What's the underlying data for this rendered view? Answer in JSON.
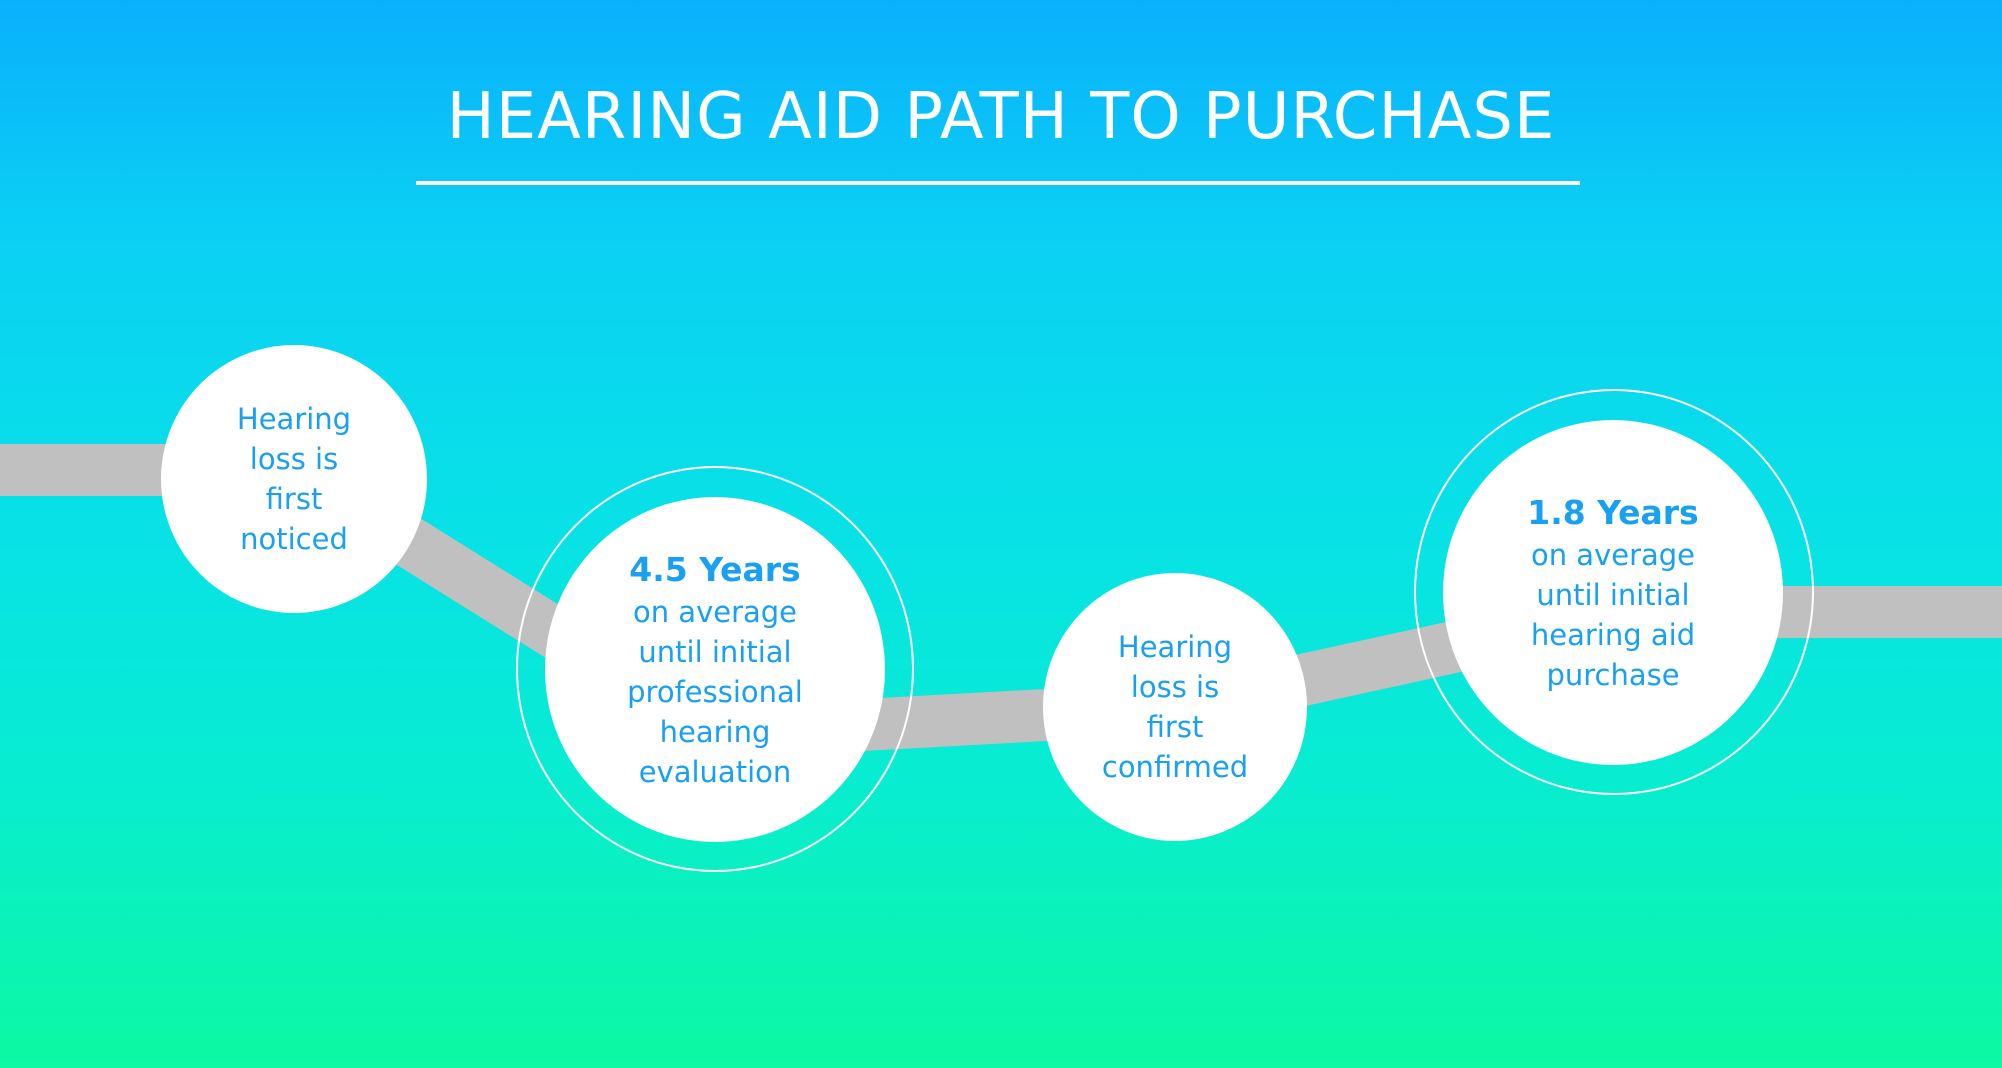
{
  "title": "HEARING AID PATH TO PURCHASE",
  "colors": {
    "background_top": "#0ab0fc",
    "background_bottom": "#0df9a2",
    "path": "#c0c0c0",
    "node_fill": "#ffffff",
    "node_text": "#1aa0f0"
  },
  "steps": [
    {
      "text": "Hearing\nloss is\nfirst\nnoticed"
    },
    {
      "stat": "4.5 Years",
      "text": "on average\nuntil initial\nprofessional\nhearing\nevaluation"
    },
    {
      "text": "Hearing\nloss is\nfirst\nconfirmed"
    },
    {
      "stat": "1.8 Years",
      "text": "on average\nuntil initial\nhearing aid\npurchase"
    }
  ]
}
